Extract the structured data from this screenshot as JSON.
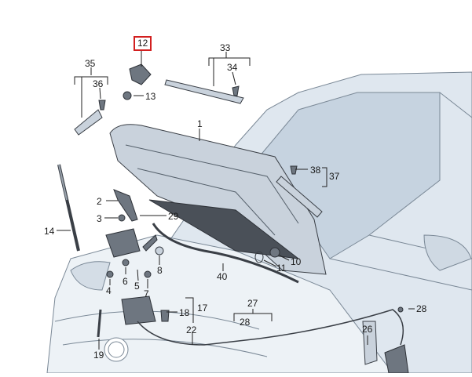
{
  "diagram": {
    "highlighted_part": "12",
    "callouts": {
      "c1": "1",
      "c2": "2",
      "c3": "3",
      "c4": "4",
      "c5": "5",
      "c6": "6",
      "c7": "7",
      "c8": "8",
      "c10": "10",
      "c11": "11",
      "c12": "12",
      "c13": "13",
      "c14": "14",
      "c17": "17",
      "c18": "18",
      "c19": "19",
      "c22": "22",
      "c26": "26",
      "c27": "27",
      "c28a": "28",
      "c28b": "28",
      "c29": "29",
      "c33": "33",
      "c34": "34",
      "c35": "35",
      "c36": "36",
      "c37": "37",
      "c38": "38",
      "c40": "40"
    },
    "colors": {
      "highlight": "#d21f1f",
      "vehicle_body": "#dfe7ef",
      "parts": "#c9d2dc"
    }
  }
}
